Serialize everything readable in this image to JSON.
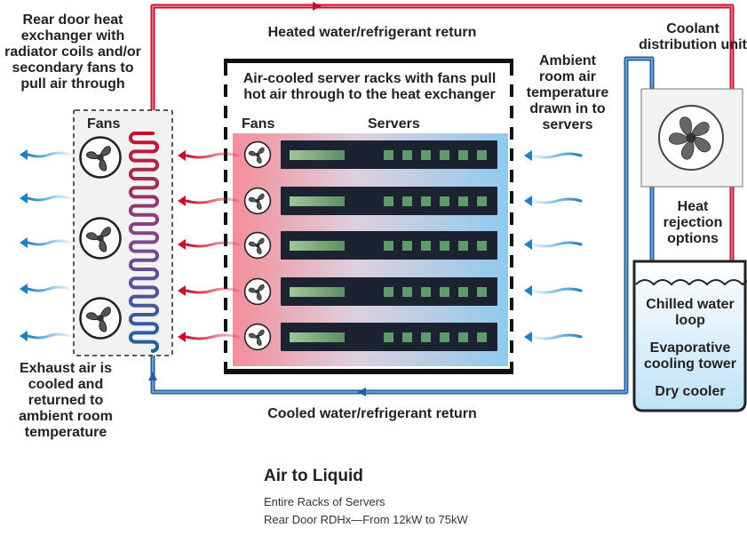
{
  "labels": {
    "rear_door": "Rear door heat exchanger with radiator coils and/or secondary fans to pull air through",
    "heated_return": "Heated water/refrigerant return",
    "server_racks": "Air-cooled server racks with fans pull hot air through to the heat exchanger",
    "rack_fans": "Fans",
    "rack_servers": "Servers",
    "ambient_air": "Ambient room air temperature drawn in to servers",
    "cdu": "Coolant distribution unit",
    "heat_rejection": "Heat rejection options",
    "hx_fans": "Fans",
    "exhaust": "Exhaust air is cooled and returned to ambient room temperature",
    "cooled_return": "Cooled water/refrigerant return",
    "chilled_loop": "Chilled water loop",
    "evap_tower": "Evaporative cooling tower",
    "dry_cooler": "Dry cooler"
  },
  "footer": {
    "title": "Air to Liquid",
    "line1": "Entire Racks of Servers",
    "line2": "Rear Door RDHx—From 12kW to 75kW"
  },
  "colors": {
    "hot": "#c8102e",
    "cool": "#1f5fa8",
    "air_blue": "#3aa0d8",
    "rack": "#1c2232",
    "frame": "#111111"
  },
  "icons": {
    "fan": "fan-icon",
    "air_arrow": "air-flow-arrow"
  }
}
